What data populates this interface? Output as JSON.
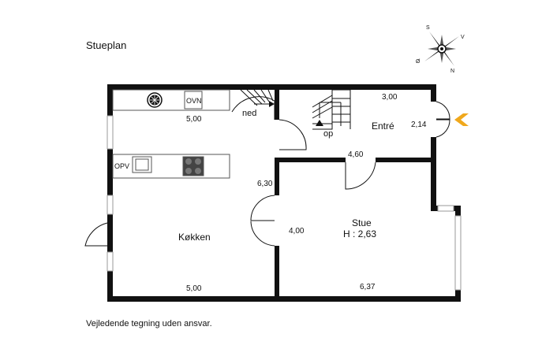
{
  "title": "Stueplan",
  "disclaimer": "Vejledende tegning uden ansvar.",
  "compass": {
    "n": "N",
    "s": "S",
    "v": "V",
    "o": "Ø"
  },
  "rooms": {
    "kitchen": "Køkken",
    "living": "Stue",
    "living_height": "H : 2,63",
    "entrance": "Entré"
  },
  "stairs": {
    "down": "ned",
    "up": "op"
  },
  "appliances": {
    "oven": "OVN",
    "dishwasher": "OPV"
  },
  "dimensions": {
    "kitchen_top": "5,00",
    "kitchen_bottom": "5,00",
    "kitchen_right": "6,30",
    "entrance_top": "3,00",
    "entrance_side": "2,14",
    "living_top": "4,60",
    "living_left": "4,00",
    "living_bottom": "6,37"
  },
  "colors": {
    "wall": "#111111",
    "entry_arrow": "#f0a81c",
    "window": "#cfcfcf"
  }
}
